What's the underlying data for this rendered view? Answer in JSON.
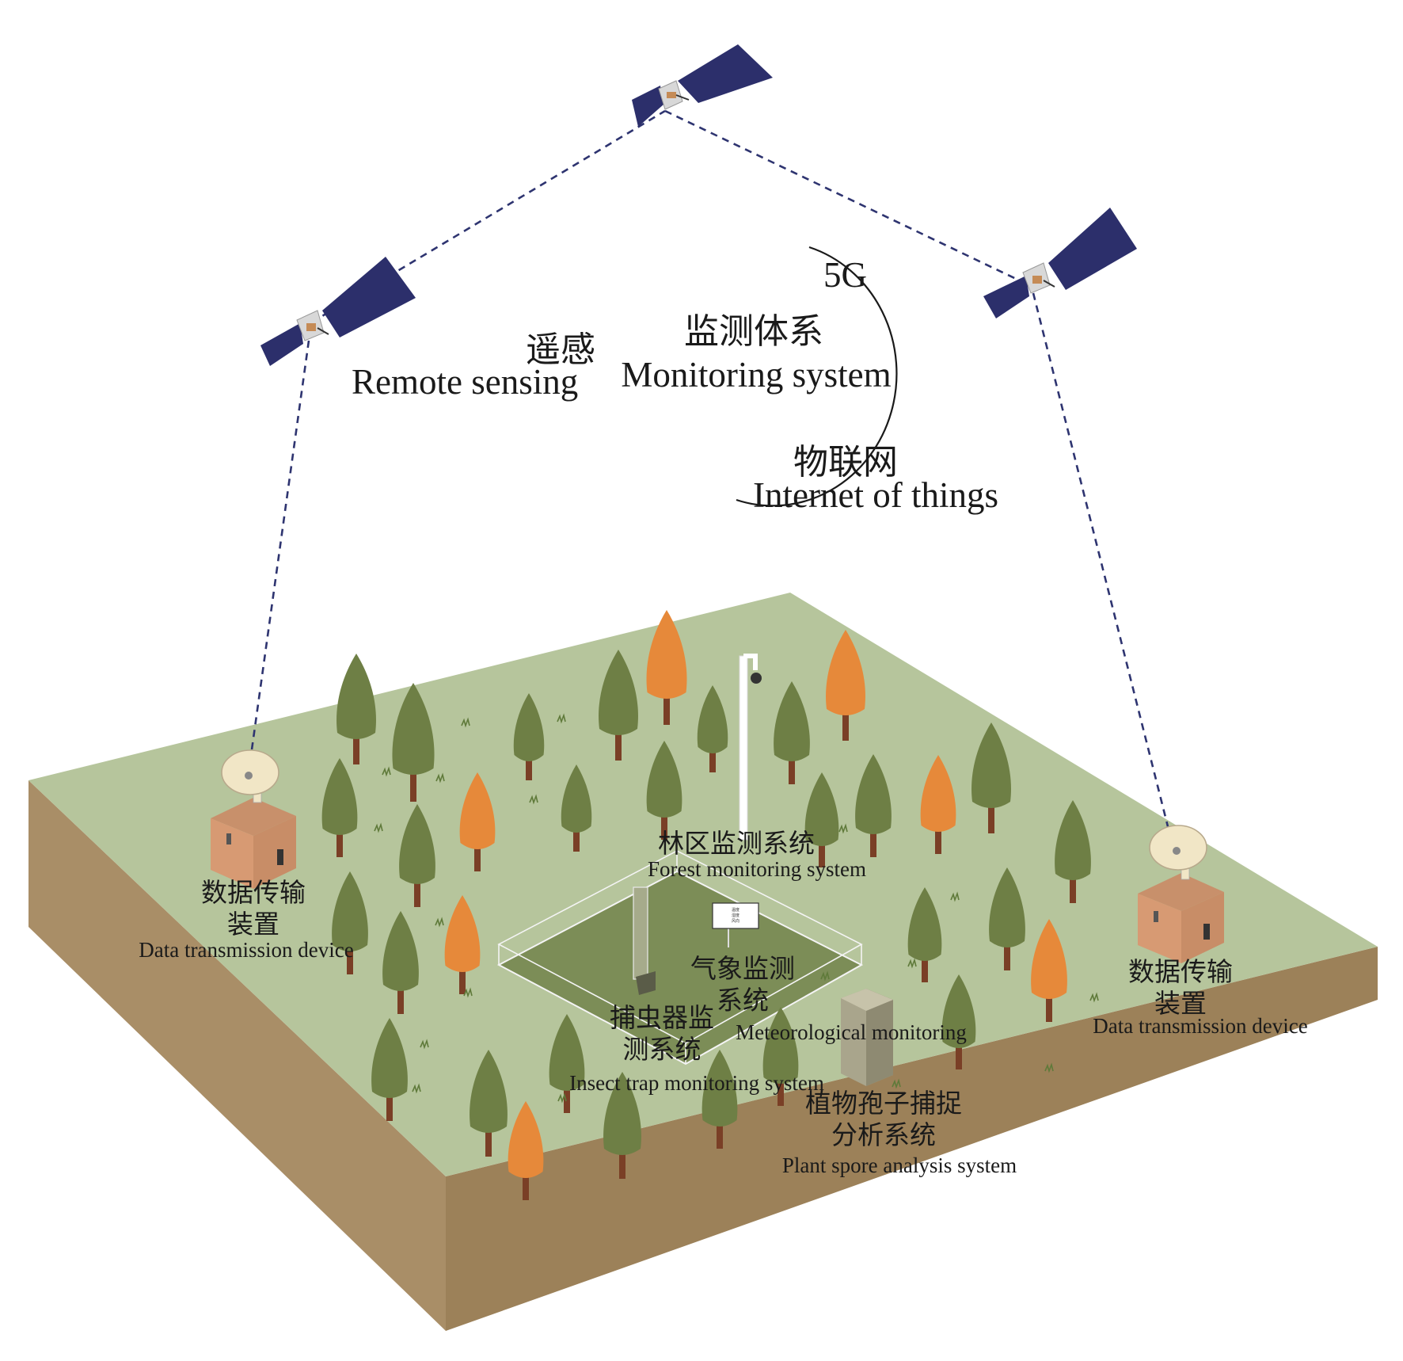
{
  "colors": {
    "ground_top": "#b6c59c",
    "ground_side_left": "#a98e67",
    "ground_side_right": "#9c8159",
    "tree_green": "#6e7f45",
    "tree_orange": "#e6893a",
    "trunk": "#7a3f26",
    "satellite_panel": "#2c2f6b",
    "building_wall": "#d79a73",
    "dish": "#f1e6c6",
    "plot": "#7c8d57",
    "plot_border": "#f4f4f4"
  },
  "hub": {
    "cn": "监测体系",
    "en": "Monitoring system"
  },
  "remote_sensing": {
    "cn": "遥感",
    "en": "Remote sensing"
  },
  "five_g": {
    "label": "5G"
  },
  "iot": {
    "cn": "物联网",
    "en": "Internet of things"
  },
  "labels": {
    "data_left": {
      "cn_line1": "数据传输",
      "cn_line2": "装置",
      "en": "Data transmission device"
    },
    "data_right": {
      "cn_line1": "数据传输",
      "cn_line2": "装置",
      "en": "Data transmission device"
    },
    "forest": {
      "cn": "林区监测系统",
      "en": "Forest monitoring system"
    },
    "weather": {
      "cn_line1": "气象监测",
      "cn_line2": "系统",
      "en": "Meteorological monitoring"
    },
    "insect": {
      "cn_line1": "捕虫器监",
      "cn_line2": "测系统",
      "en": "Insect trap monitoring system"
    },
    "spore": {
      "cn_line1": "植物孢子捕捉",
      "cn_line2": "分析系统",
      "en": "Plant spore analysis system"
    }
  },
  "weather_sign": {
    "line1": "温度",
    "line2": "湿度",
    "line3": "风向"
  },
  "icons": {
    "satellites": [
      "satellite-icon",
      "satellite-icon",
      "satellite-icon"
    ],
    "dishes": [
      "satellite-dish-icon",
      "satellite-dish-icon"
    ],
    "camera": "surveillance-camera-icon"
  }
}
